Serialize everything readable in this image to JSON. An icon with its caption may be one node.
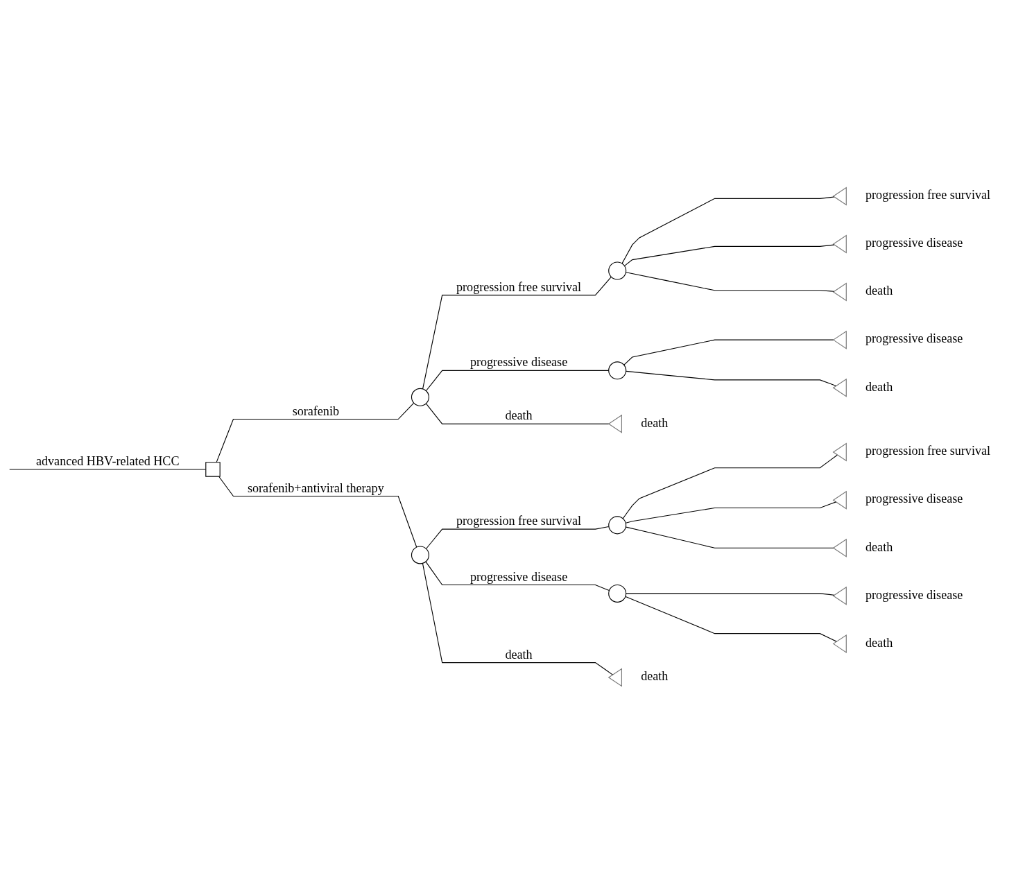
{
  "diagram": {
    "nodes": [
      {
        "text": [],
        "shape": "box"
      },
      {
        "text": [],
        "shape": "circle"
      },
      {
        "text": [],
        "shape": "circle"
      },
      {
        "text": [],
        "shape": "circle"
      },
      {
        "text": [],
        "shape": "circle"
      },
      {
        "text": [],
        "shape": "triangle",
        "beside": [
          "death"
        ]
      },
      {
        "text": [],
        "shape": "triangle",
        "beside": [
          "progression free survival"
        ]
      },
      {
        "text": [],
        "shape": "triangle",
        "beside": [
          "progressive disease"
        ]
      },
      {
        "text": [],
        "shape": "triangle",
        "beside": [
          "death"
        ]
      },
      {
        "text": [],
        "shape": "triangle",
        "beside": [
          "progressive disease"
        ]
      },
      {
        "text": [],
        "shape": "triangle",
        "beside": [
          "death"
        ]
      },
      {
        "text": [],
        "shape": "circle"
      },
      {
        "text": [],
        "shape": "circle"
      },
      {
        "text": [],
        "shape": "triangle",
        "beside": [
          "death"
        ]
      },
      {
        "text": [],
        "shape": "triangle",
        "beside": [
          "progression free survival"
        ]
      },
      {
        "text": [],
        "shape": "triangle",
        "beside": [
          "progressive disease"
        ]
      },
      {
        "text": [],
        "shape": "triangle",
        "beside": [
          "death"
        ]
      },
      {
        "text": [],
        "shape": "triangle",
        "beside": [
          "progressive disease"
        ]
      },
      {
        "text": [],
        "shape": "triangle",
        "beside": [
          "death"
        ]
      }
    ],
    "edges": [
      {
        "from": null,
        "to": 0,
        "arrow": "none",
        "label": "advanced HBV-related HCC"
      },
      {
        "from": 0,
        "to": 1,
        "arrow": "none",
        "label": "sorafenib"
      },
      {
        "from": 0,
        "to": 2,
        "arrow": "none",
        "label": "sorafenib+antiviral therapy"
      },
      {
        "from": 1,
        "to": 3,
        "arrow": "none",
        "label": "progression free survival"
      },
      {
        "from": 1,
        "to": 4,
        "arrow": "none",
        "label": "progressive disease"
      },
      {
        "from": 1,
        "to": 5,
        "arrow": "none",
        "label": "death"
      },
      {
        "from": 3,
        "to": 6,
        "arrow": "none"
      },
      {
        "from": 3,
        "to": 7,
        "arrow": "none"
      },
      {
        "from": 3,
        "to": 8,
        "arrow": "none"
      },
      {
        "from": 4,
        "to": 9,
        "arrow": "none"
      },
      {
        "from": 4,
        "to": 10,
        "arrow": "none"
      },
      {
        "from": 2,
        "to": 11,
        "arrow": "none",
        "label": "progression free survival"
      },
      {
        "from": 2,
        "to": 12,
        "arrow": "none",
        "label": "progressive disease"
      },
      {
        "from": 2,
        "to": 13,
        "arrow": "none",
        "label": "death"
      },
      {
        "from": 11,
        "to": 14,
        "arrow": "none"
      },
      {
        "from": 11,
        "to": 15,
        "arrow": "none"
      },
      {
        "from": 11,
        "to": 16,
        "arrow": "none"
      },
      {
        "from": 12,
        "to": 17,
        "arrow": "none"
      },
      {
        "from": 12,
        "to": 18,
        "arrow": "none"
      }
    ]
  }
}
